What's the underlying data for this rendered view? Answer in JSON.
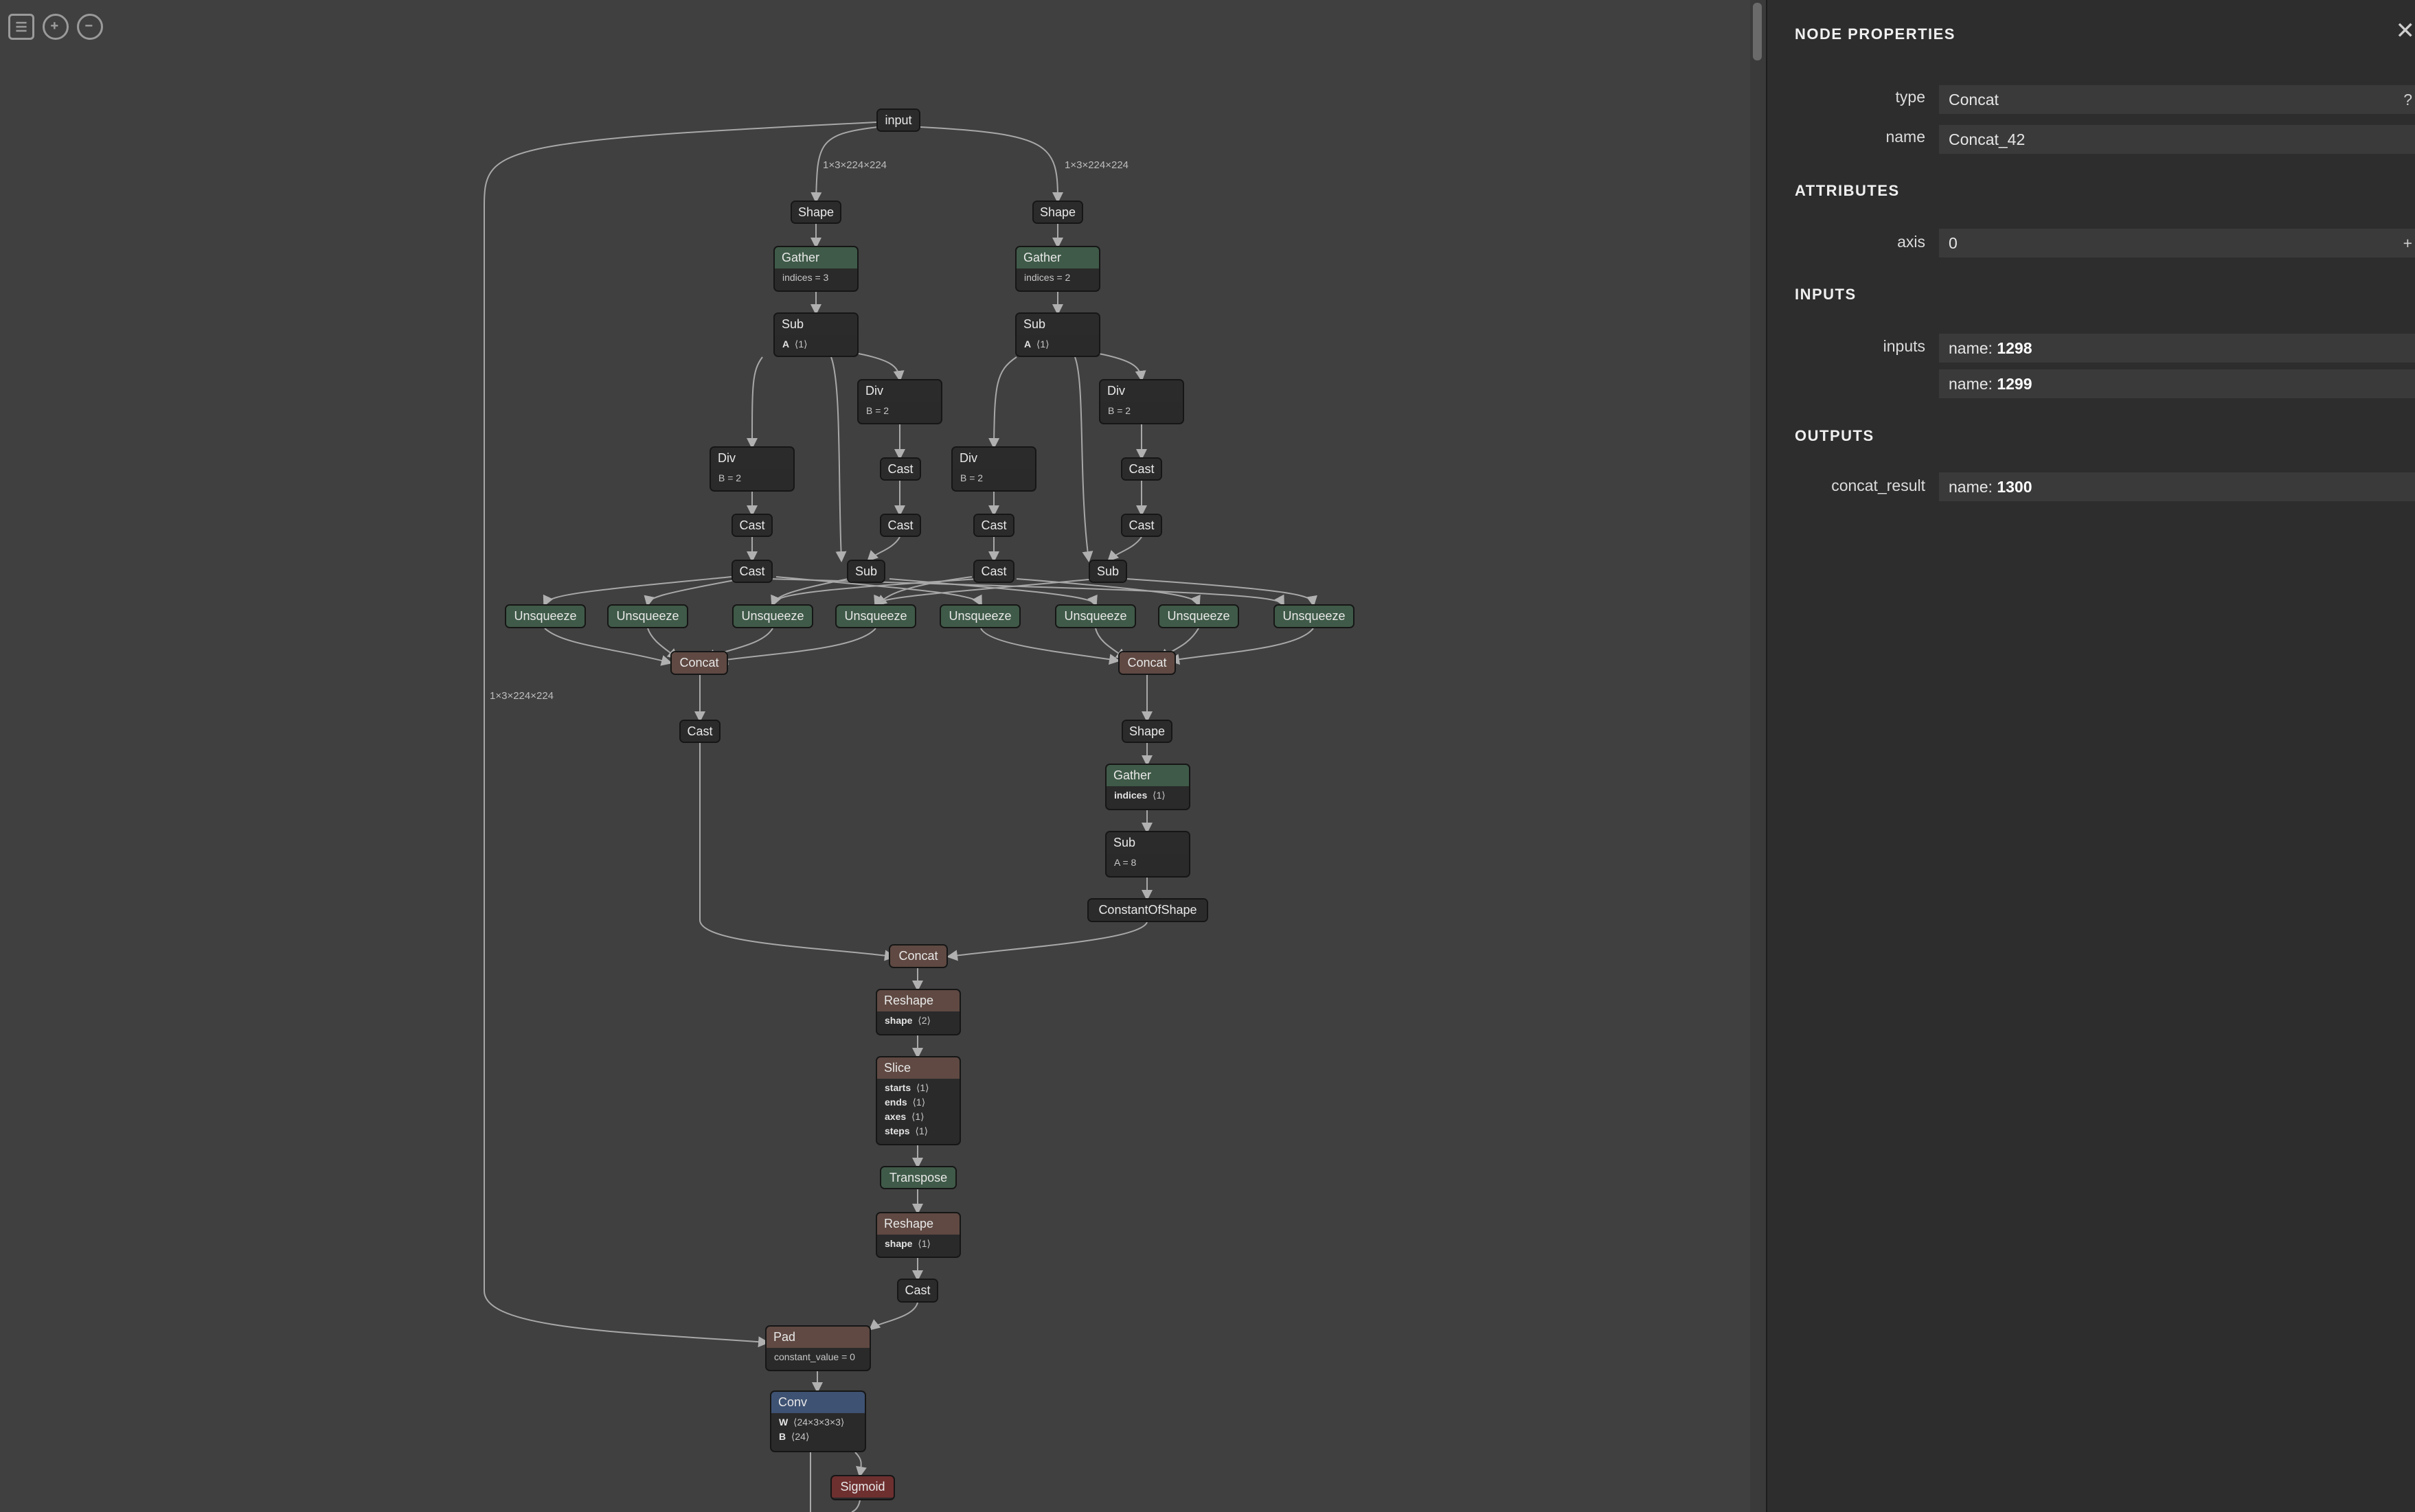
{
  "toolbar": {
    "buttons": [
      {
        "name": "menu",
        "icon": "hamburger-menu-icon"
      },
      {
        "name": "zoom-in",
        "icon": "zoom-in-icon"
      },
      {
        "name": "zoom-out",
        "icon": "zoom-out-icon"
      }
    ]
  },
  "graph": {
    "edge_labels": [
      "1×3×224×224",
      "1×3×224×224",
      "1×3×224×224"
    ],
    "nodes": {
      "input": {
        "label": "input"
      },
      "shape_l": {
        "label": "Shape"
      },
      "shape_r": {
        "label": "Shape"
      },
      "gather_l": {
        "label": "Gather",
        "attrs": [
          {
            "k": "",
            "v": "indices = 3"
          }
        ]
      },
      "gather_r": {
        "label": "Gather",
        "attrs": [
          {
            "k": "",
            "v": "indices = 2"
          }
        ]
      },
      "sub_l": {
        "label": "Sub",
        "attrs": [
          {
            "k": "A",
            "v": "⟨1⟩"
          }
        ]
      },
      "sub_r": {
        "label": "Sub",
        "attrs": [
          {
            "k": "A",
            "v": "⟨1⟩"
          }
        ]
      },
      "div_l1": {
        "label": "Div",
        "attrs": [
          {
            "k": "",
            "v": "B = 2"
          }
        ]
      },
      "div_l2": {
        "label": "Div",
        "attrs": [
          {
            "k": "",
            "v": "B = 2"
          }
        ]
      },
      "div_r1": {
        "label": "Div",
        "attrs": [
          {
            "k": "",
            "v": "B = 2"
          }
        ]
      },
      "div_r2": {
        "label": "Div",
        "attrs": [
          {
            "k": "",
            "v": "B = 2"
          }
        ]
      },
      "cast_1": {
        "label": "Cast"
      },
      "cast_2": {
        "label": "Cast"
      },
      "cast_3": {
        "label": "Cast"
      },
      "cast_4": {
        "label": "Cast"
      },
      "cast_5": {
        "label": "Cast"
      },
      "cast_6": {
        "label": "Cast"
      },
      "cast_7": {
        "label": "Cast"
      },
      "cast_8": {
        "label": "Cast"
      },
      "sub_m1": {
        "label": "Sub"
      },
      "sub_m2": {
        "label": "Sub"
      },
      "unsq_1": {
        "label": "Unsqueeze"
      },
      "unsq_2": {
        "label": "Unsqueeze"
      },
      "unsq_3": {
        "label": "Unsqueeze"
      },
      "unsq_4": {
        "label": "Unsqueeze"
      },
      "unsq_5": {
        "label": "Unsqueeze"
      },
      "unsq_6": {
        "label": "Unsqueeze"
      },
      "unsq_7": {
        "label": "Unsqueeze"
      },
      "unsq_8": {
        "label": "Unsqueeze"
      },
      "concat_l": {
        "label": "Concat"
      },
      "concat_r": {
        "label": "Concat"
      },
      "cast_9": {
        "label": "Cast"
      },
      "shape_m": {
        "label": "Shape"
      },
      "gather_m": {
        "label": "Gather",
        "attrs": [
          {
            "k": "indices",
            "v": "⟨1⟩"
          }
        ]
      },
      "sub_b": {
        "label": "Sub",
        "attrs": [
          {
            "k": "",
            "v": "A = 8"
          }
        ]
      },
      "cos": {
        "label": "ConstantOfShape"
      },
      "concat_m": {
        "label": "Concat"
      },
      "reshape_1": {
        "label": "Reshape",
        "attrs": [
          {
            "k": "shape",
            "v": "⟨2⟩"
          }
        ]
      },
      "slice": {
        "label": "Slice",
        "attrs": [
          {
            "k": "starts",
            "v": "⟨1⟩"
          },
          {
            "k": "ends",
            "v": "⟨1⟩"
          },
          {
            "k": "axes",
            "v": "⟨1⟩"
          },
          {
            "k": "steps",
            "v": "⟨1⟩"
          }
        ]
      },
      "transpose": {
        "label": "Transpose"
      },
      "reshape_2": {
        "label": "Reshape",
        "attrs": [
          {
            "k": "shape",
            "v": "⟨1⟩"
          }
        ]
      },
      "cast_10": {
        "label": "Cast"
      },
      "pad": {
        "label": "Pad",
        "attrs": [
          {
            "k": "",
            "v": "constant_value = 0"
          }
        ]
      },
      "conv": {
        "label": "Conv",
        "attrs": [
          {
            "k": "W",
            "v": "⟨24×3×3×3⟩"
          },
          {
            "k": "B",
            "v": "⟨24⟩"
          }
        ]
      },
      "sigmoid": {
        "label": "Sigmoid"
      }
    }
  },
  "panel": {
    "title": "NODE PROPERTIES",
    "close_icon": "close-icon",
    "type_label": "type",
    "type_value": "Concat",
    "type_help": "?",
    "name_label": "name",
    "name_value": "Concat_42",
    "attributes_title": "ATTRIBUTES",
    "axis_label": "axis",
    "axis_value": "0",
    "axis_expand": "+",
    "inputs_title": "INPUTS",
    "inputs_label": "inputs",
    "input_prefix": "name: ",
    "input_names": [
      "1298",
      "1299"
    ],
    "outputs_title": "OUTPUTS",
    "output_label": "concat_result",
    "output_prefix": "name: ",
    "output_name": "1300"
  },
  "colors": {
    "canvas_bg": "#404040",
    "panel_bg": "#2d2d2d",
    "node_dark": "#2b2b2b",
    "node_green": "#3f5a48",
    "node_brown": "#5f4942",
    "node_blue": "#3e5273",
    "node_red": "#6e2f2f",
    "edge": "#a8a8a8"
  }
}
